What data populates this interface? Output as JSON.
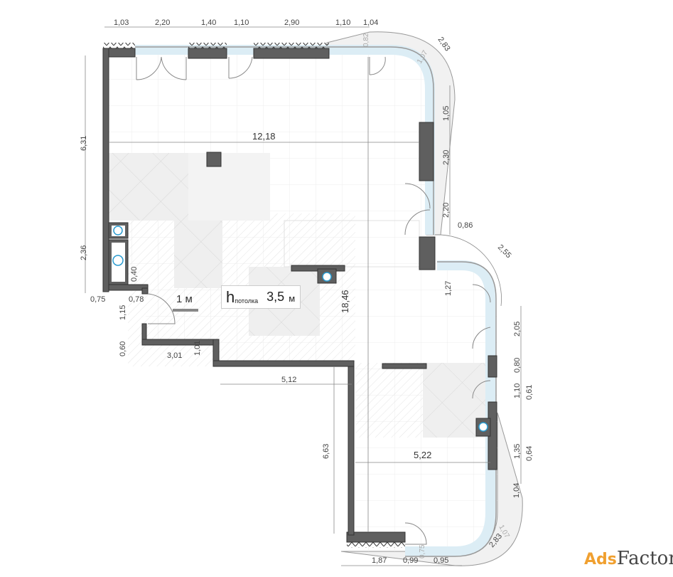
{
  "plan": {
    "ceiling_height_prefix": "h",
    "ceiling_height_sub": "потолка",
    "ceiling_height_value": "3,5",
    "ceiling_height_unit": "м",
    "scale_label": "1 м",
    "dims_top": [
      "1,03",
      "2,20",
      "1,40",
      "1,10",
      "2,90",
      "1,10",
      "1,04"
    ],
    "dims_top_right": {
      "inner_0_82": "0,82",
      "inner_1_07": "1,07",
      "arc_2_83": "2,83"
    },
    "dims_right": [
      "1,05",
      "2,30",
      "2,20",
      "0,86",
      "2,55",
      "1,27",
      "2,05",
      "0,80",
      "1,10",
      "0,61",
      "1,35",
      "0,64",
      "1,04",
      "1,07",
      "2,83"
    ],
    "dims_bottom": [
      "1,87",
      "0,99",
      "0,95",
      "0,75"
    ],
    "dims_left": [
      "6,31",
      "2,36",
      "0,40",
      "0,75",
      "0,78",
      "1,15",
      "0,60",
      "3,01",
      "1,01"
    ],
    "dims_interior": {
      "width_total": "12,18",
      "length_total": "18,46",
      "lower_wall": "5,12",
      "lower_left": "6,63",
      "lower_width": "5,22"
    }
  },
  "watermark": {
    "brand_a": "Ads",
    "brand_b": "Factory"
  },
  "colors": {
    "wall": "#5f5f5f",
    "glass": "#dcedf5",
    "tile": "#ececec",
    "grid": "#e6e6e6"
  }
}
